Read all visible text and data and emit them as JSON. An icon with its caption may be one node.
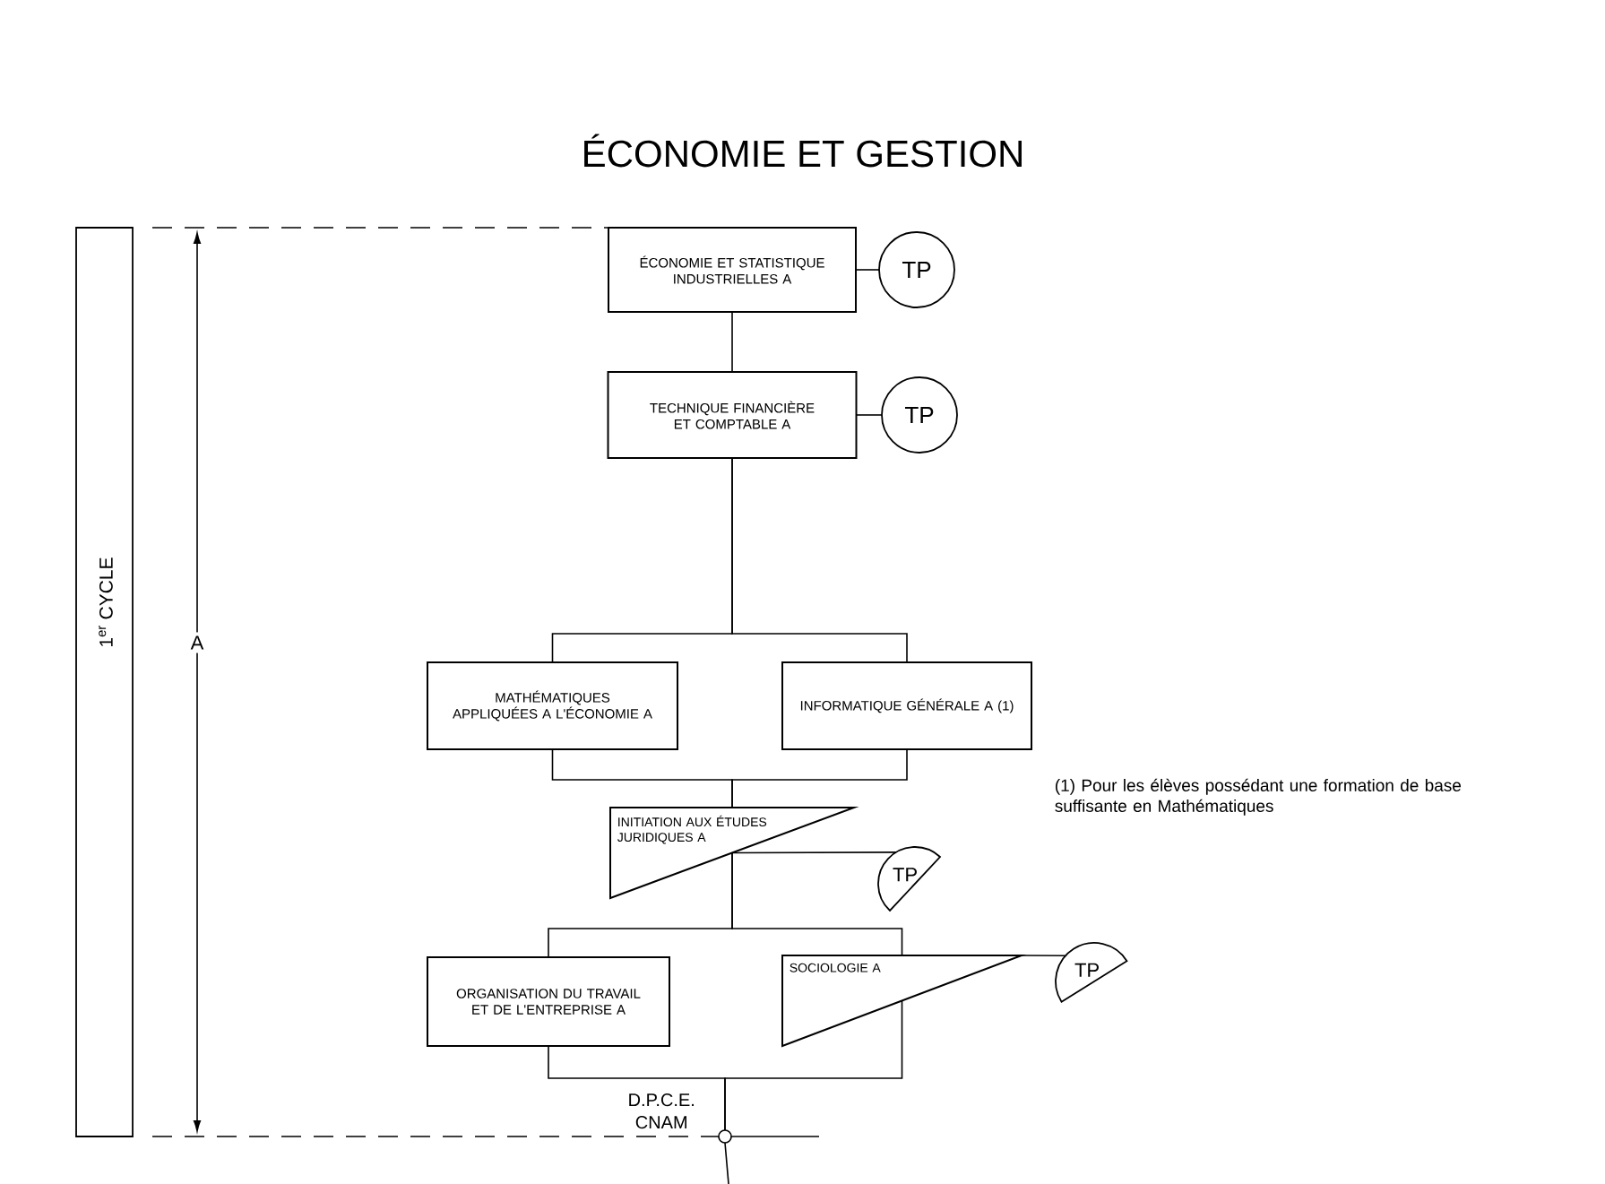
{
  "diagram": {
    "title": "ÉCONOMIE ET GESTION",
    "nodes": [
      {
        "text": [
          "ÉCONOMIE ET STATISTIQUE INDUSTRIELLES A"
        ]
      },
      {
        "text": [
          "TP"
        ]
      },
      {
        "text": [
          "TECHNIQUE FINANCIÈRE ET COMPTABLE A"
        ]
      },
      {
        "text": [
          "TP"
        ]
      },
      {
        "text": [
          "MATHÉMATIQUES APPLIQUÉES A L'ÉCONOMIE A"
        ]
      },
      {
        "text": [
          "INFORMATIQUE GÉNÉRALE A (1)"
        ]
      },
      {
        "text": [
          "INITIATION AUX ÉTUDES JURIDIQUES A"
        ]
      },
      {
        "text": [
          "TP"
        ]
      },
      {
        "text": [
          "ORGANISATION DU TRAVAIL ET DE L'ENTREPRISE A"
        ]
      },
      {
        "text": [
          "SOCIOLOGIE A"
        ]
      },
      {
        "text": [
          "TP"
        ]
      },
      {
        "text": [],
        "shape": "circle",
        "beside": [
          "D.P.C.E. CNAM"
        ]
      },
      {
        "text": [
          "1$^{er}$ CYCLE"
        ]
      }
    ],
    "edges": [
      {
        "from": 0,
        "to": 1,
        "arrow": "none"
      },
      {
        "from": 0,
        "to": 2,
        "arrow": "none"
      },
      {
        "from": 2,
        "to": 3,
        "arrow": "none"
      },
      {
        "from": 2,
        "to": 4,
        "arrow": "none"
      },
      {
        "from": 2,
        "to": 5,
        "arrow": "none"
      },
      {
        "from": 4,
        "to": 6,
        "arrow": "none"
      },
      {
        "from": 5,
        "to": 6,
        "arrow": "none"
      },
      {
        "from": 6,
        "to": 7,
        "arrow": "none"
      },
      {
        "from": 6,
        "to": 8,
        "arrow": "none"
      },
      {
        "from": 6,
        "to": 9,
        "arrow": "none"
      },
      {
        "from": 9,
        "to": 10,
        "arrow": "none"
      },
      {
        "from": 8,
        "to": 11,
        "arrow": "none"
      },
      {
        "from": 9,
        "to": 11,
        "arrow": "none"
      },
      {
        "from": 11,
        "to": null,
        "arrow": "none"
      }
    ],
    "labels": [
      "A",
      "(1) Pour les élèves possédant une formation de base suffisante en Mathématiques"
    ]
  }
}
